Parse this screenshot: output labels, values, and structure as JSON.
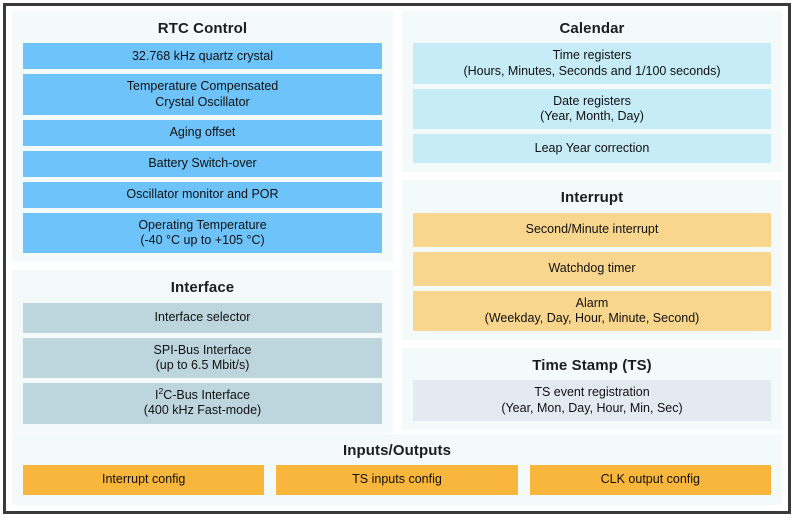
{
  "diagram": {
    "colors": {
      "border": "#3a3a3a",
      "panel_bg": "#f4f9f9",
      "blue": "#6ec3fa",
      "light_blue": "#c6ecf8",
      "teal_gray": "#bdd6dd",
      "light_orange": "#f9d68d",
      "orange": "#f9b63c",
      "lavender_gray": "#e4eaf2",
      "text": "#111111"
    },
    "panels": {
      "rtc_control": {
        "title": "RTC Control",
        "items": [
          {
            "line1": "32.768 kHz quartz crystal",
            "line2": ""
          },
          {
            "line1": "Temperature Compensated",
            "line2": "Crystal Oscillator"
          },
          {
            "line1": "Aging offset",
            "line2": ""
          },
          {
            "line1": "Battery Switch-over",
            "line2": ""
          },
          {
            "line1": "Oscillator monitor and POR",
            "line2": ""
          },
          {
            "line1": "Operating Temperature",
            "line2": "(-40 °C up to +105 °C)"
          }
        ]
      },
      "interface": {
        "title": "Interface",
        "items": [
          {
            "line1": "Interface selector",
            "line2": ""
          },
          {
            "line1": "SPI-Bus Interface",
            "line2": "(up to 6.5 Mbit/s)"
          },
          {
            "line1_html": "I<sup>2</sup>C-Bus Interface",
            "line2": "(400 kHz Fast-mode)"
          }
        ]
      },
      "calendar": {
        "title": "Calendar",
        "items": [
          {
            "line1": "Time registers",
            "line2": "(Hours, Minutes, Seconds and 1/100 seconds)"
          },
          {
            "line1": "Date registers",
            "line2": "(Year, Month, Day)"
          },
          {
            "line1": "Leap Year correction",
            "line2": ""
          }
        ]
      },
      "interrupt": {
        "title": "Interrupt",
        "items": [
          {
            "line1": "Second/Minute interrupt",
            "line2": ""
          },
          {
            "line1": "Watchdog timer",
            "line2": ""
          },
          {
            "line1": "Alarm",
            "line2": "(Weekday, Day, Hour, Minute, Second)"
          }
        ]
      },
      "time_stamp": {
        "title": "Time Stamp (TS)",
        "items": [
          {
            "line1": "TS event registration",
            "line2": "(Year, Mon, Day, Hour, Min, Sec)"
          }
        ]
      },
      "inputs_outputs": {
        "title": "Inputs/Outputs",
        "items": [
          {
            "line1": "Interrupt config",
            "line2": ""
          },
          {
            "line1": "TS inputs config",
            "line2": ""
          },
          {
            "line1": "CLK output config",
            "line2": ""
          }
        ]
      }
    }
  }
}
